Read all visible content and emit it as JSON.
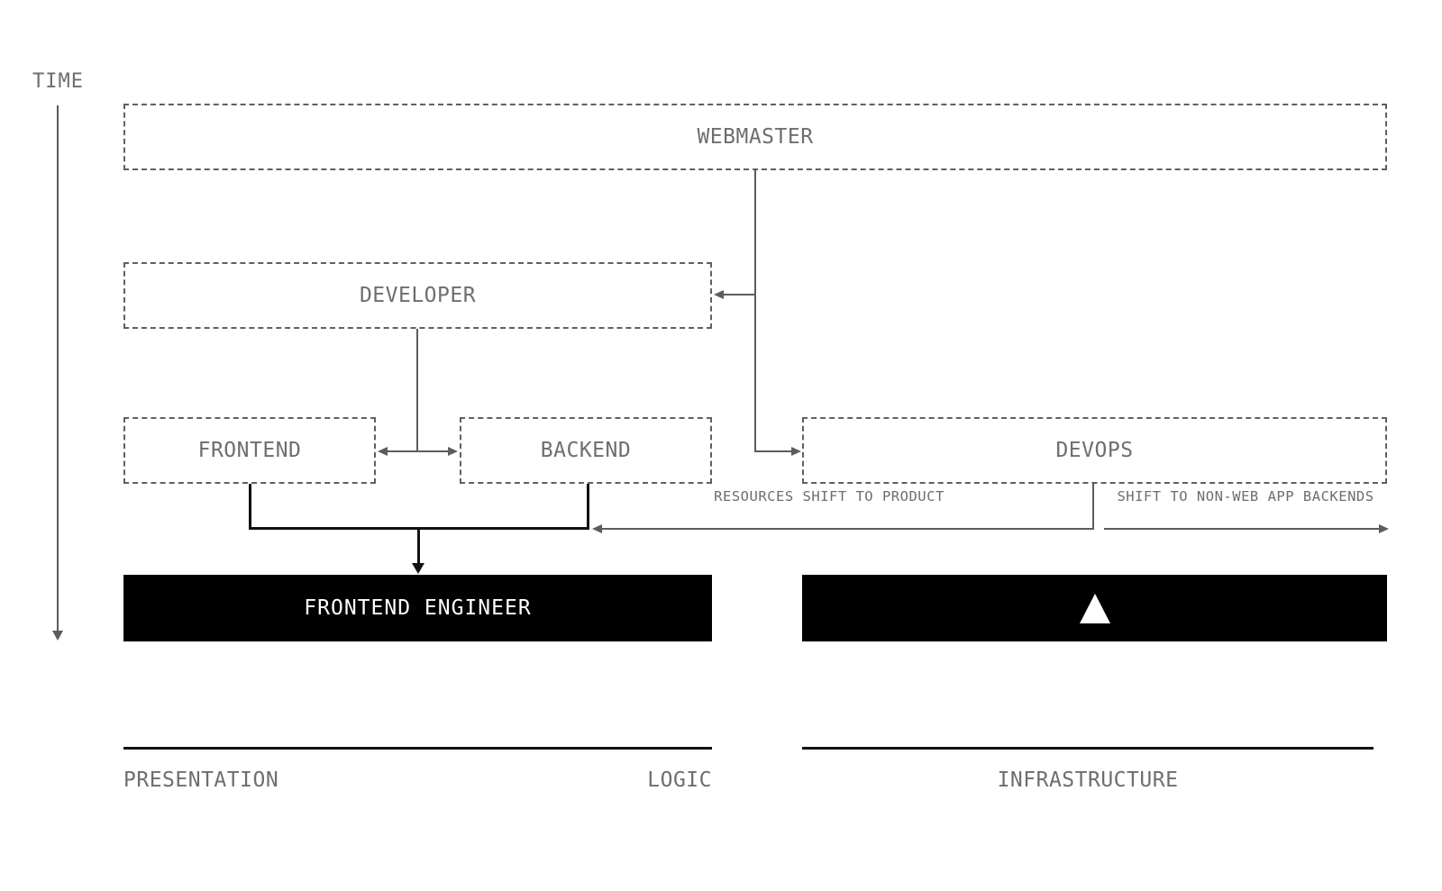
{
  "diagram": {
    "description": "Timeline diagram of web roles evolving from Webmaster into Frontend Engineer and DevOps across Presentation, Logic and Infrastructure zones"
  },
  "time_axis": {
    "label": "TIME"
  },
  "nodes": {
    "webmaster": {
      "label": "WEBMASTER"
    },
    "developer": {
      "label": "DEVELOPER"
    },
    "frontend": {
      "label": "FRONTEND"
    },
    "backend": {
      "label": "BACKEND"
    },
    "devops": {
      "label": "DEVOPS"
    },
    "frontend_engineer": {
      "label": "FRONTEND ENGINEER"
    },
    "devops_result": {
      "icon": "triangle-up"
    }
  },
  "annotations": {
    "resources_shift": "RESOURCES SHIFT TO PRODUCT",
    "non_web_shift": "SHIFT TO NON-WEB APP BACKENDS"
  },
  "zones": {
    "presentation": "PRESENTATION",
    "logic": "LOGIC",
    "infrastructure": "INFRASTRUCTURE"
  },
  "colors": {
    "background": "#ffffff",
    "gray_text": "#6e6e6e",
    "gray_line": "#5c5c5c",
    "dashed_border": "#606060",
    "black": "#000000",
    "white": "#ffffff"
  }
}
